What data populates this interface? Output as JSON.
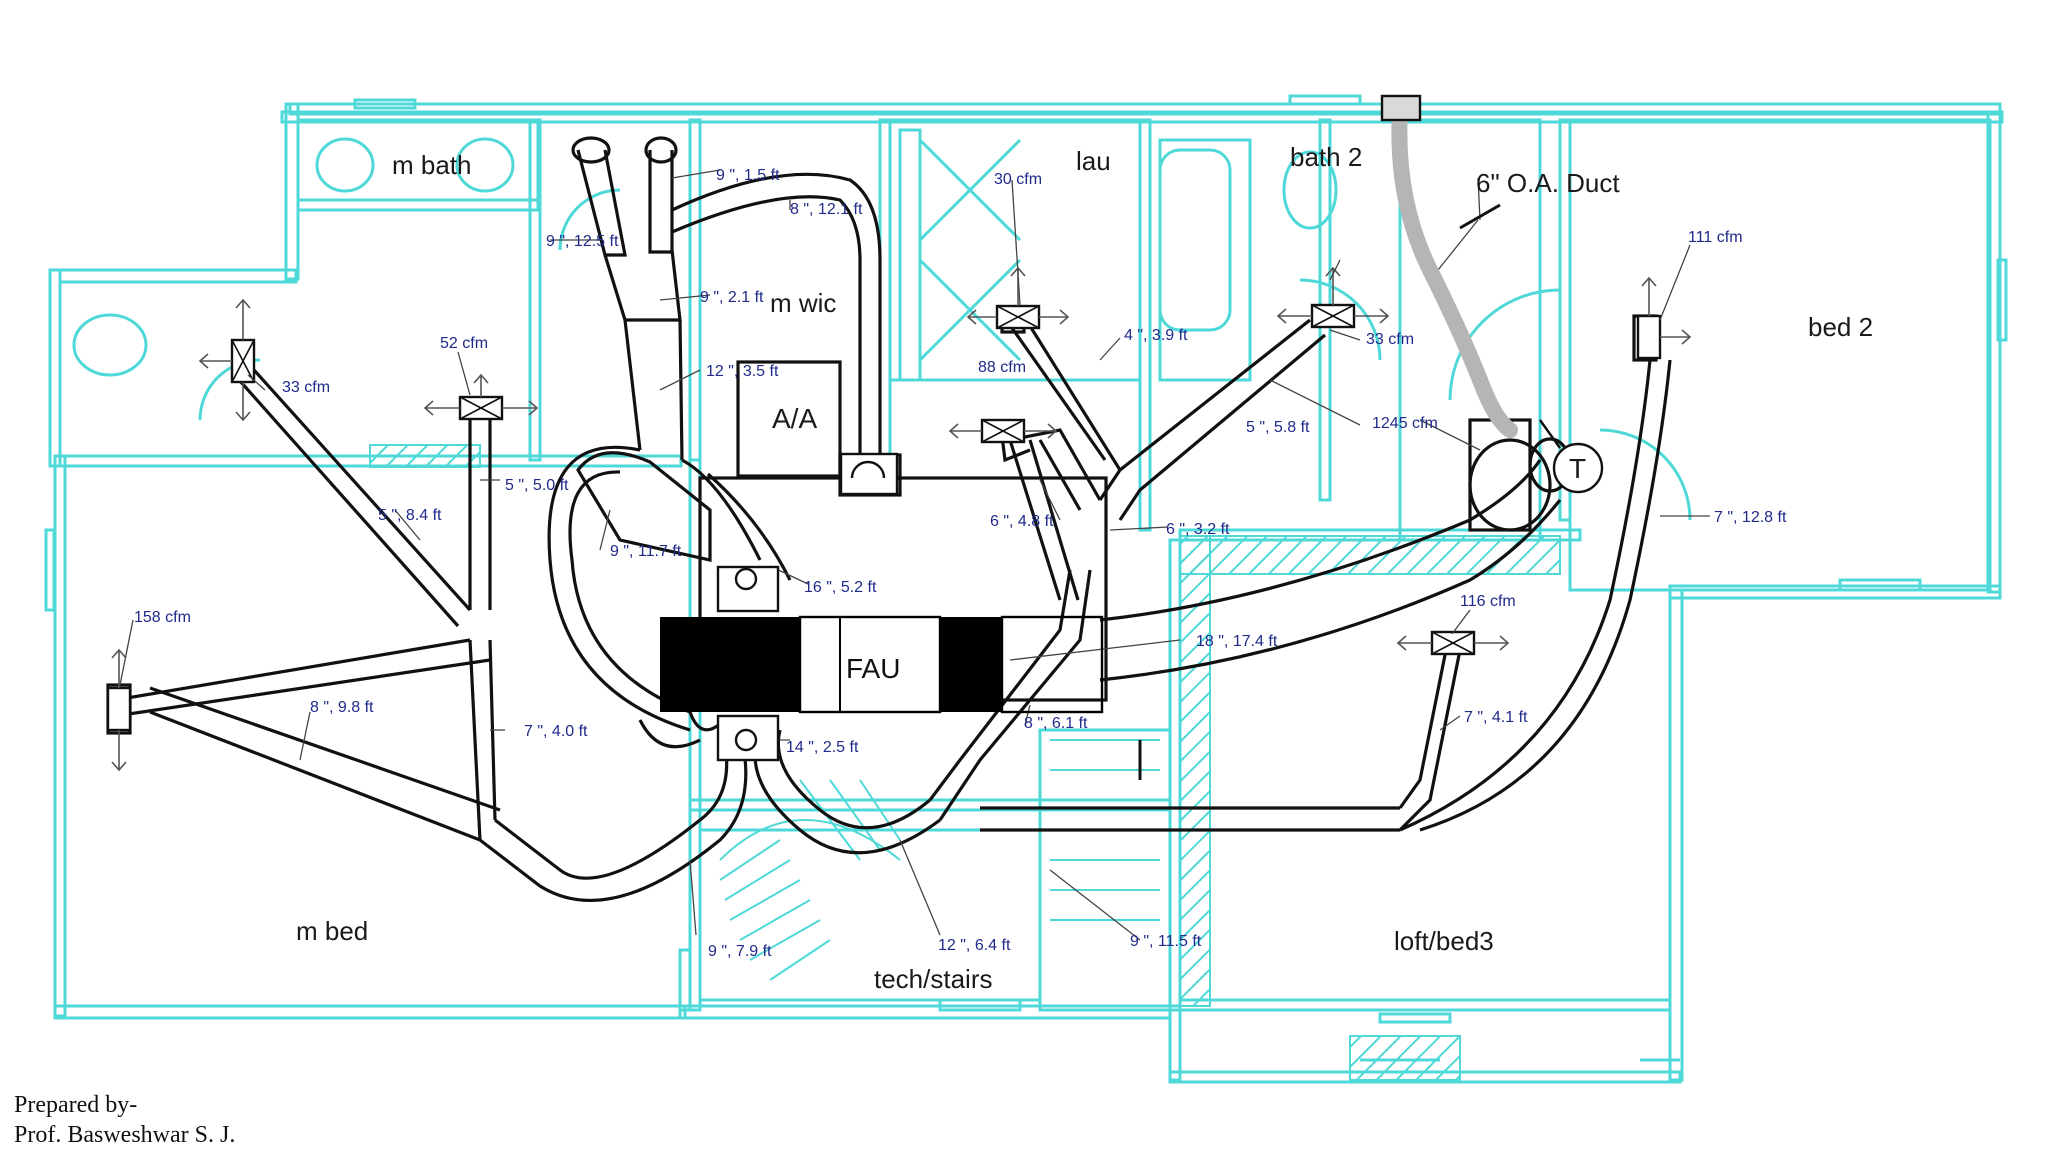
{
  "rooms": {
    "m_bath": "m bath",
    "m_wic": "m wic",
    "lau": "lau",
    "bath2": "bath 2",
    "bed2": "bed 2",
    "m_bed": "m bed",
    "tech_stairs": "tech/stairs",
    "loft_bed3": "loft/bed3",
    "aa": "A/A"
  },
  "equipment": {
    "fau": "FAU",
    "thermostat": "T",
    "oa_duct": "6\" O.A. Duct"
  },
  "airflow": {
    "cfm_33_left": "33 cfm",
    "cfm_52": "52 cfm",
    "cfm_158": "158 cfm",
    "cfm_30": "30 cfm",
    "cfm_88": "88 cfm",
    "cfm_33_right": "33 cfm",
    "cfm_1245": "1245 cfm",
    "cfm_111": "111 cfm",
    "cfm_116": "116 cfm"
  },
  "duct_dims": {
    "d1": "9 \", 1.5 ft",
    "d2": "8 \", 12.1 ft",
    "d3": "9 \", 12.5 ft",
    "d4": "9 \", 2.1 ft",
    "d5": "12 \", 3.5 ft",
    "d6": "5 \", 8.4 ft",
    "d7": "5 \", 5.0 ft",
    "d8": "9 \", 11.7 ft",
    "d9": "16 \", 5.2 ft",
    "d10": "8 \", 9.8 ft",
    "d11": "7 \", 4.0 ft",
    "d12": "14 \", 2.5 ft",
    "d13": "9 \", 7.9 ft",
    "d14": "12 \", 6.4 ft",
    "d15": "9 \", 11.5 ft",
    "d16": "8 \", 6.1 ft",
    "d17": "18 \", 17.4 ft",
    "d18": "6 \", 4.8 ft",
    "d19": "6 \", 3.2 ft",
    "d20": "4 \", 3.9 ft",
    "d21": "5 \", 5.8 ft",
    "d22": "7 \", 12.8 ft",
    "d23": "7 \", 4.1 ft"
  },
  "credit": {
    "line1": "Prepared by-",
    "line2": "Prof. Basweshwar S. J."
  },
  "colors": {
    "walls": "#4fd8d8",
    "duct": "#111111",
    "oa_duct": "#b5b5b5",
    "dim_text": "#1f2a8a",
    "equipment": "#000000"
  }
}
